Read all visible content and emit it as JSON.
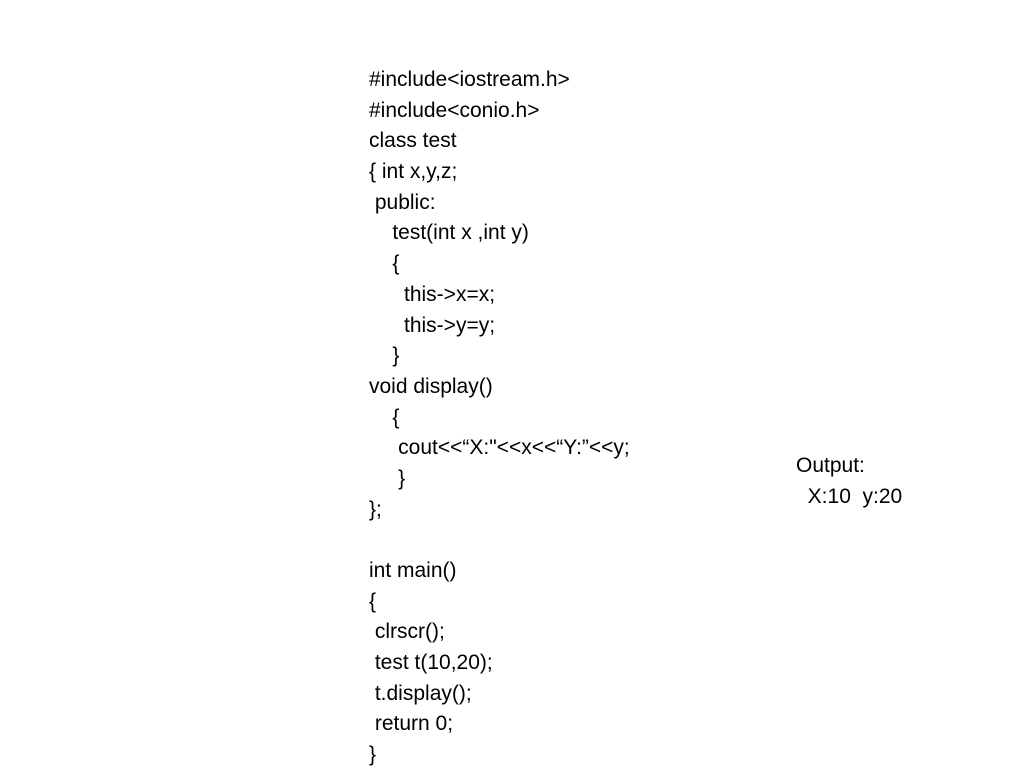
{
  "code_lines": [
    "#include<iostream.h>",
    "#include<conio.h>",
    "class test",
    "{ int x,y,z;",
    " public:",
    "    test(int x ,int y)",
    "    {",
    "      this->x=x;",
    "      this->y=y;",
    "    }",
    "void display()",
    "    {",
    "     cout<<“X:\"<<x<<“Y:”<<y;",
    "     }",
    "};",
    "",
    "int main()",
    "{",
    " clrscr();",
    " test t(10,20);",
    " t.display();",
    " return 0;",
    "}"
  ],
  "output": {
    "label": "Output:",
    "value": "  X:10  y:20"
  }
}
